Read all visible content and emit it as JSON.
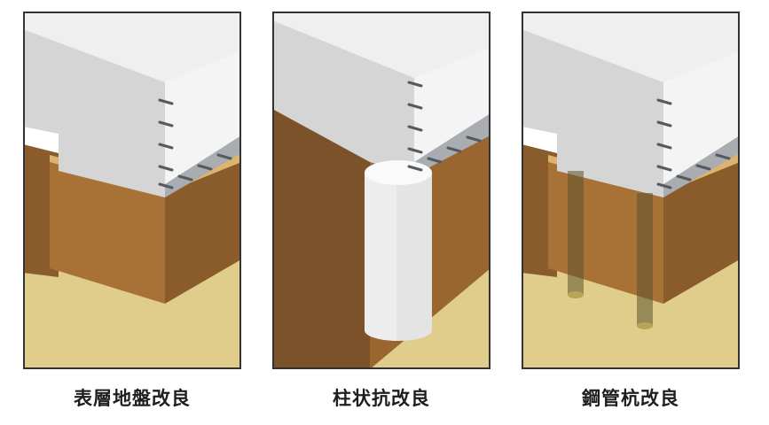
{
  "panels": [
    {
      "id": "surface",
      "caption": "表層地盤改良"
    },
    {
      "id": "column",
      "caption": "柱状抗改良"
    },
    {
      "id": "steel",
      "caption": "鋼管杭改良"
    }
  ],
  "colors": {
    "ground": "#e0cd8b",
    "soil_front": "#a87236",
    "soil_dark": "#7b522a",
    "soil_top": "#ddb46f",
    "concrete_top": "#efefef",
    "concrete_front": "#d5d5d5",
    "concrete_side": "#a9adb1",
    "column": "#e4e4e4",
    "rebar": "#555a60",
    "pipe": "#5d532e",
    "border": "#333333"
  }
}
